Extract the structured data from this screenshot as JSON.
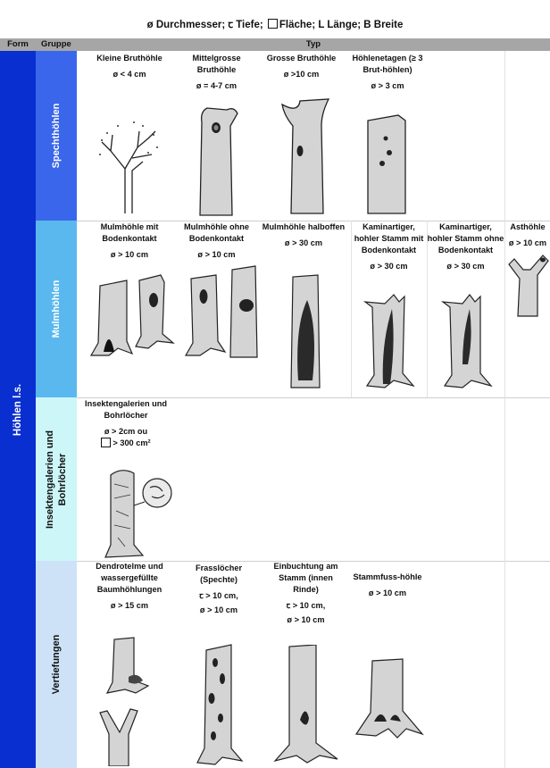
{
  "legend": {
    "diameter": "ø Durchmesser;",
    "depth": "ꞇ Tiefe;",
    "area": "Fläche;",
    "rest": "L Länge; B Breite"
  },
  "header": {
    "form": "Form",
    "gruppe": "Gruppe",
    "typ": "Typ"
  },
  "form_label": "Höhlen l.s.",
  "groups": [
    {
      "name": "Spechthöhlen",
      "types": [
        {
          "name": "Kleine Bruthöhle",
          "dim": "ø < 4 cm"
        },
        {
          "name": "Mittelgrosse Bruthöhle",
          "dim": "ø = 4-7 cm"
        },
        {
          "name": "Grosse Bruthöhle",
          "dim": "ø >10 cm"
        },
        {
          "name": "Höhlenetagen (≥ 3 Brut-höhlen)",
          "dim": "ø > 3 cm"
        }
      ]
    },
    {
      "name": "Mulmhöhlen",
      "types": [
        {
          "name": "Mulmhöhle mit Bodenkontakt",
          "dim": "ø > 10 cm"
        },
        {
          "name": "Mulmhöhle ohne Bodenkontakt",
          "dim": "ø > 10 cm"
        },
        {
          "name": "Mulmhöhle halboffen",
          "dim": "ø > 30 cm"
        },
        {
          "name": "Kaminartiger, hohler Stamm mit Bodenkontakt",
          "dim": "ø > 30 cm"
        },
        {
          "name": "Kaminartiger, hohler Stamm ohne Bodenkontakt",
          "dim": "ø > 30 cm"
        },
        {
          "name": "Asthöhle",
          "dim": "ø > 10 cm"
        }
      ]
    },
    {
      "name": "Insektengalerien und Bohrlöcher",
      "types": [
        {
          "name": "Insektengalerien und Bohrlöcher",
          "dim1": "ø > 2cm ou",
          "dim2": "> 300 cm²"
        }
      ]
    },
    {
      "name": "Vertiefungen",
      "types": [
        {
          "name": "Dendrotelme und wassergefüllte Baumhöhlungen",
          "dim": "ø > 15 cm"
        },
        {
          "name": "Frasslöcher (Spechte)",
          "dim1": "ꞇ > 10 cm,",
          "dim2": "ø > 10 cm"
        },
        {
          "name": "Einbuchtung am Stamm (innen Rinde)",
          "dim1": "ꞇ > 10 cm,",
          "dim2": "ø > 10 cm"
        },
        {
          "name": "Stammfuss-höhle",
          "dim": "ø > 10 cm"
        }
      ]
    }
  ],
  "colors": {
    "form": "#0a2fd0",
    "spechthoehlen": "#3a66ec",
    "mulmhoehlen": "#5ab8ee",
    "insekten": "#ccf6f8",
    "vertiefungen": "#cde2f6",
    "header": "#a6a6a6"
  }
}
